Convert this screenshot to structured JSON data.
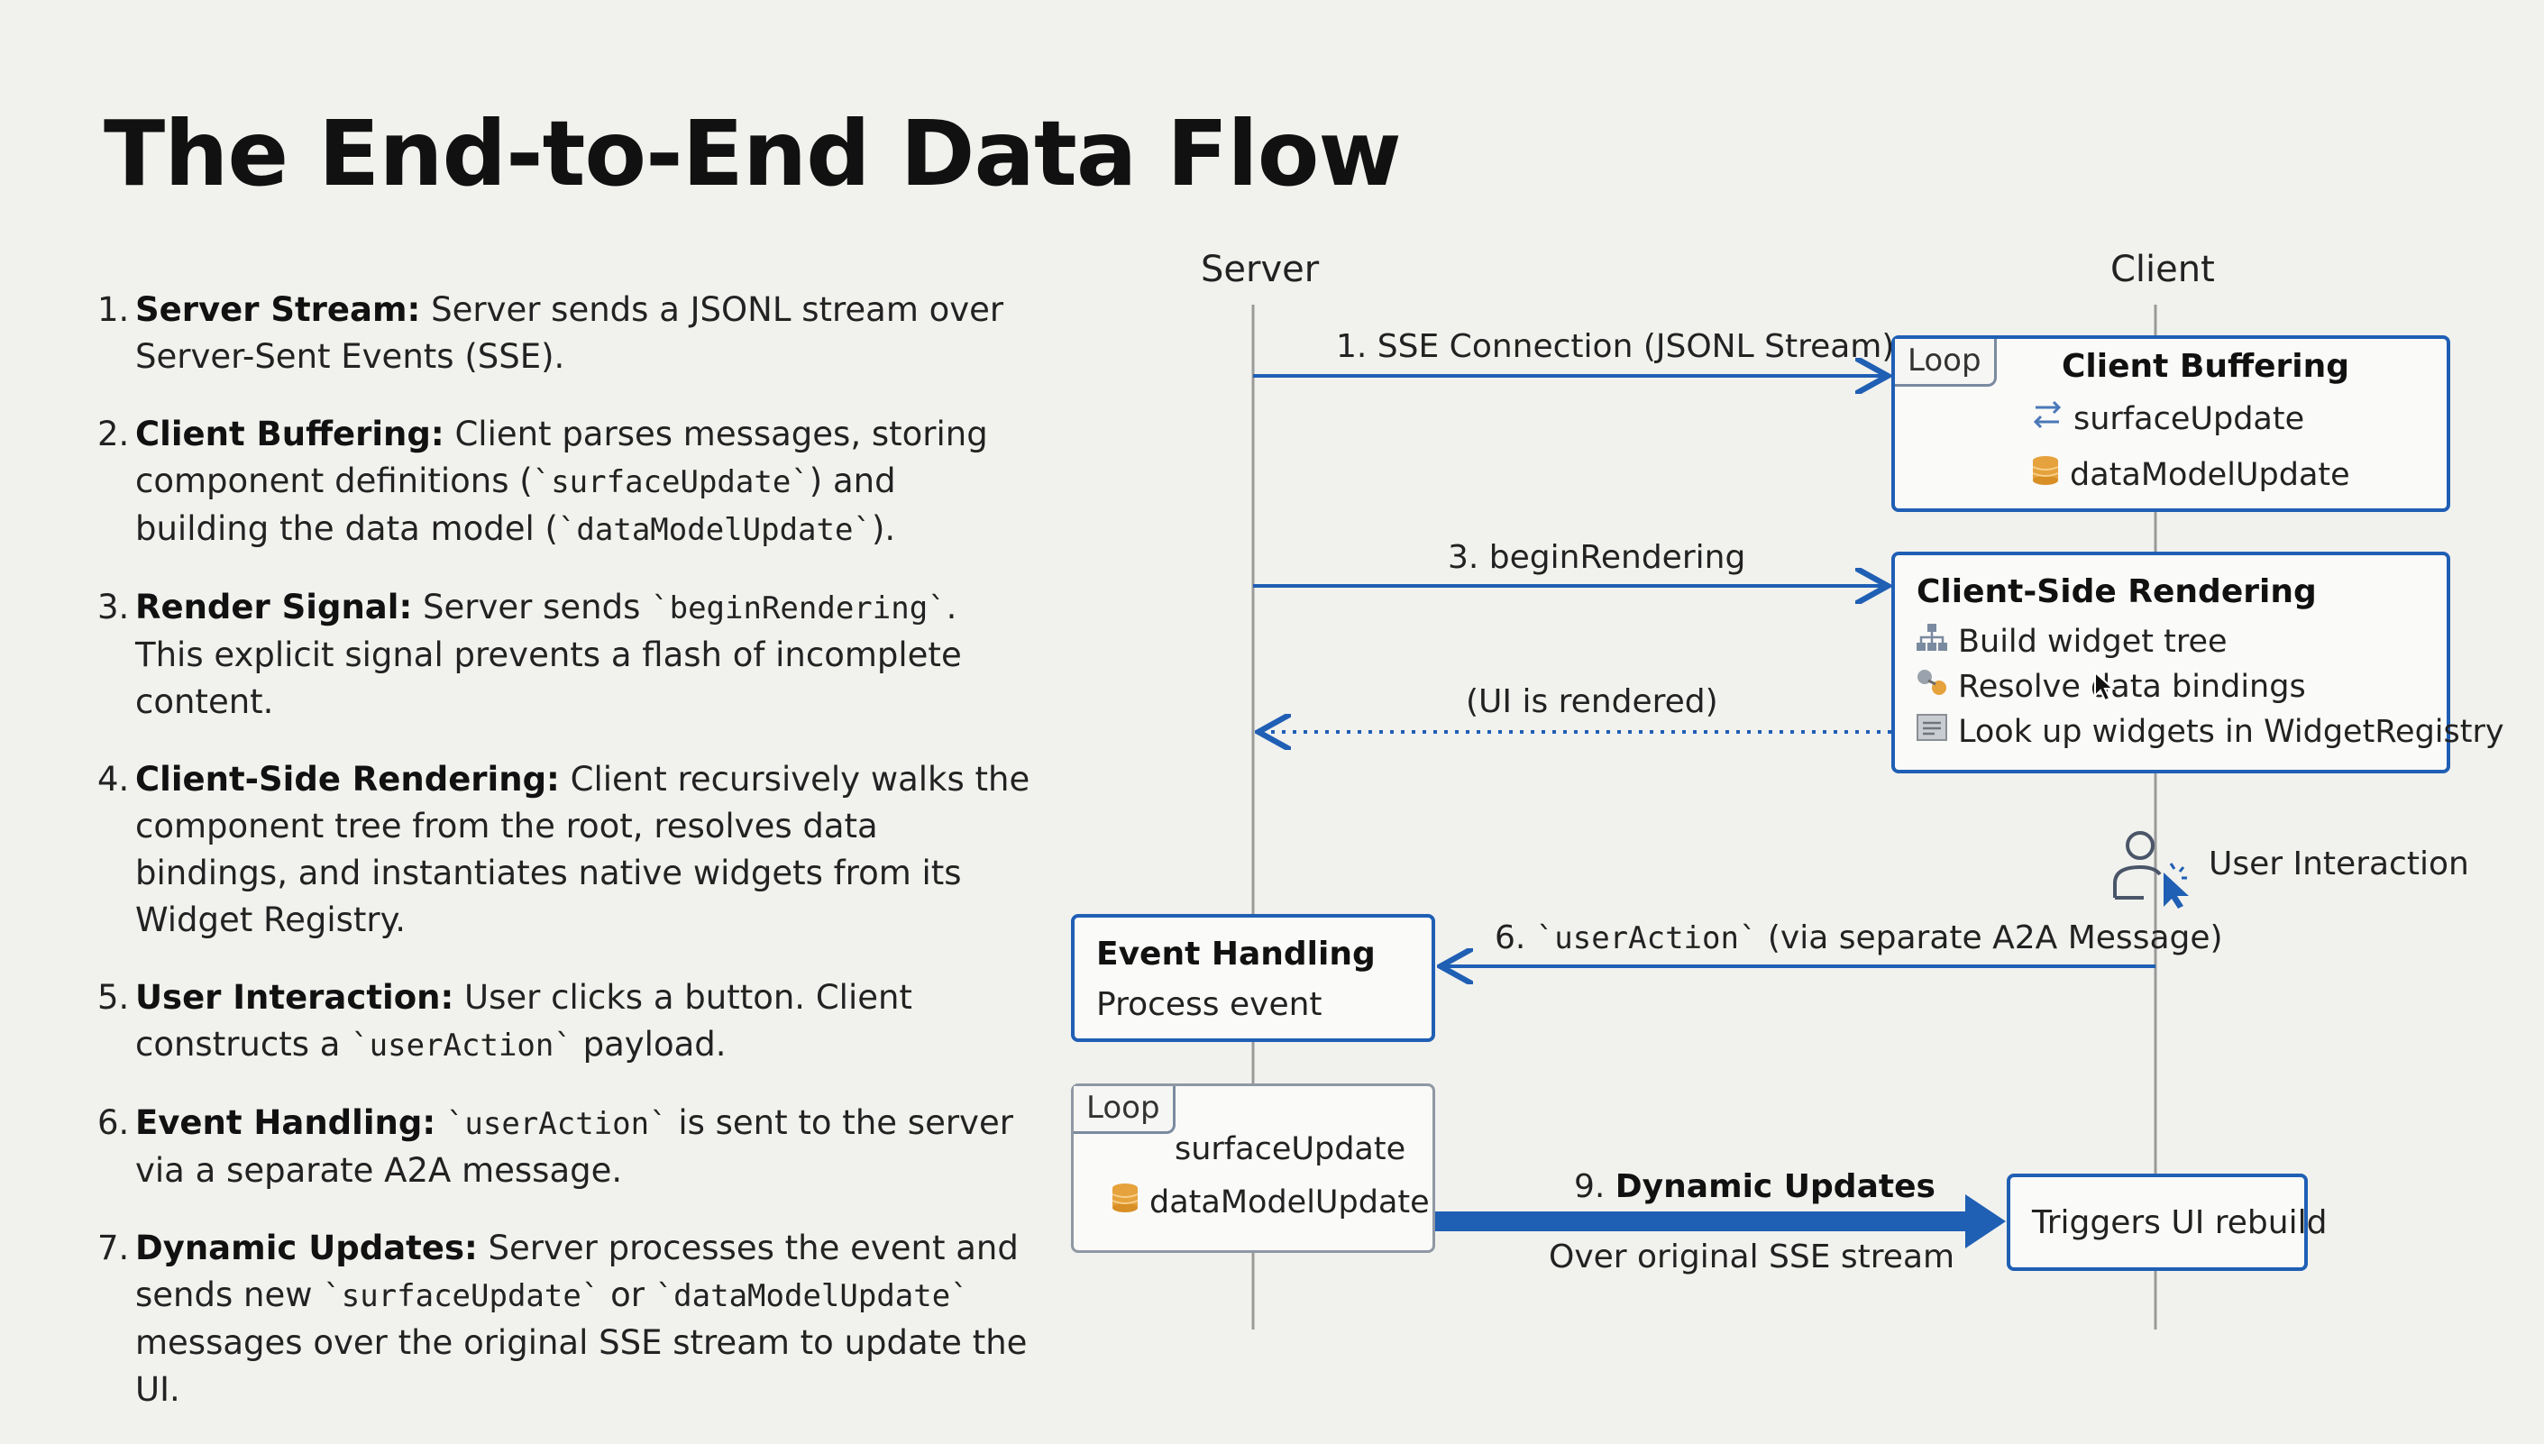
{
  "title": "The End-to-End Data Flow",
  "steps": [
    {
      "num": "1.",
      "bold": "Server Stream:",
      "parts": [
        " Server sends a JSONL stream over Server-Sent Events (SSE)."
      ]
    },
    {
      "num": "2.",
      "bold": "Client Buffering:",
      "parts": [
        " Client parses messages, storing component definitions (",
        "`surfaceUpdate`",
        ") and building the data model (",
        "`dataModelUpdate`",
        ")."
      ]
    },
    {
      "num": "3.",
      "bold": "Render Signal:",
      "parts": [
        " Server sends ",
        "`beginRendering`",
        ". This explicit signal prevents a flash of incomplete content."
      ]
    },
    {
      "num": "4.",
      "bold": "Client-Side Rendering:",
      "parts": [
        " Client recursively walks the component tree from the root, resolves data bindings, and instantiates native widgets from its Widget Registry."
      ]
    },
    {
      "num": "5.",
      "bold": "User Interaction:",
      "parts": [
        " User clicks a button. Client constructs a ",
        "`userAction`",
        " payload."
      ]
    },
    {
      "num": "6.",
      "bold": "Event Handling:",
      "parts": [
        " ",
        "`userAction`",
        " is sent to the server via a separate A2A message."
      ]
    },
    {
      "num": "7.",
      "bold": "Dynamic Updates:",
      "parts": [
        " Server processes the event and sends new ",
        "`surfaceUpdate`",
        " or ",
        "`dataModelUpdate`",
        " messages over the original SSE stream to update the UI."
      ]
    }
  ],
  "diagram": {
    "server_label": "Server",
    "client_label": "Client",
    "msg1": "1. SSE Connection (JSONL Stream)",
    "msg3": "3. beginRendering",
    "msg_rendered": "(UI is rendered)",
    "msg6_prefix": "6. ",
    "msg6_code": "`userAction`",
    "msg6_suffix": " (via separate A2A Message)",
    "msg9_prefix": "9. ",
    "msg9_bold": "Dynamic Updates",
    "msg9_sub": "Over original SSE stream",
    "client_buffering": {
      "loop": "Loop",
      "title": "Client Buffering",
      "item1": "surfaceUpdate",
      "item2": "dataModelUpdate"
    },
    "client_rendering": {
      "title": "Client-Side Rendering",
      "item1": "Build widget tree",
      "item2": "Resolve data bindings",
      "item3": "Look up widgets in WidgetRegistry"
    },
    "user_interaction": "User Interaction",
    "event_handling": {
      "title": "Event Handling",
      "sub": "Process event"
    },
    "server_loop": {
      "loop": "Loop",
      "item1": "surfaceUpdate",
      "item2": "dataModelUpdate"
    },
    "triggers": "Triggers UI rebuild"
  },
  "colors": {
    "accent": "#1f5fb4",
    "lifeline": "#9a9a9a"
  }
}
